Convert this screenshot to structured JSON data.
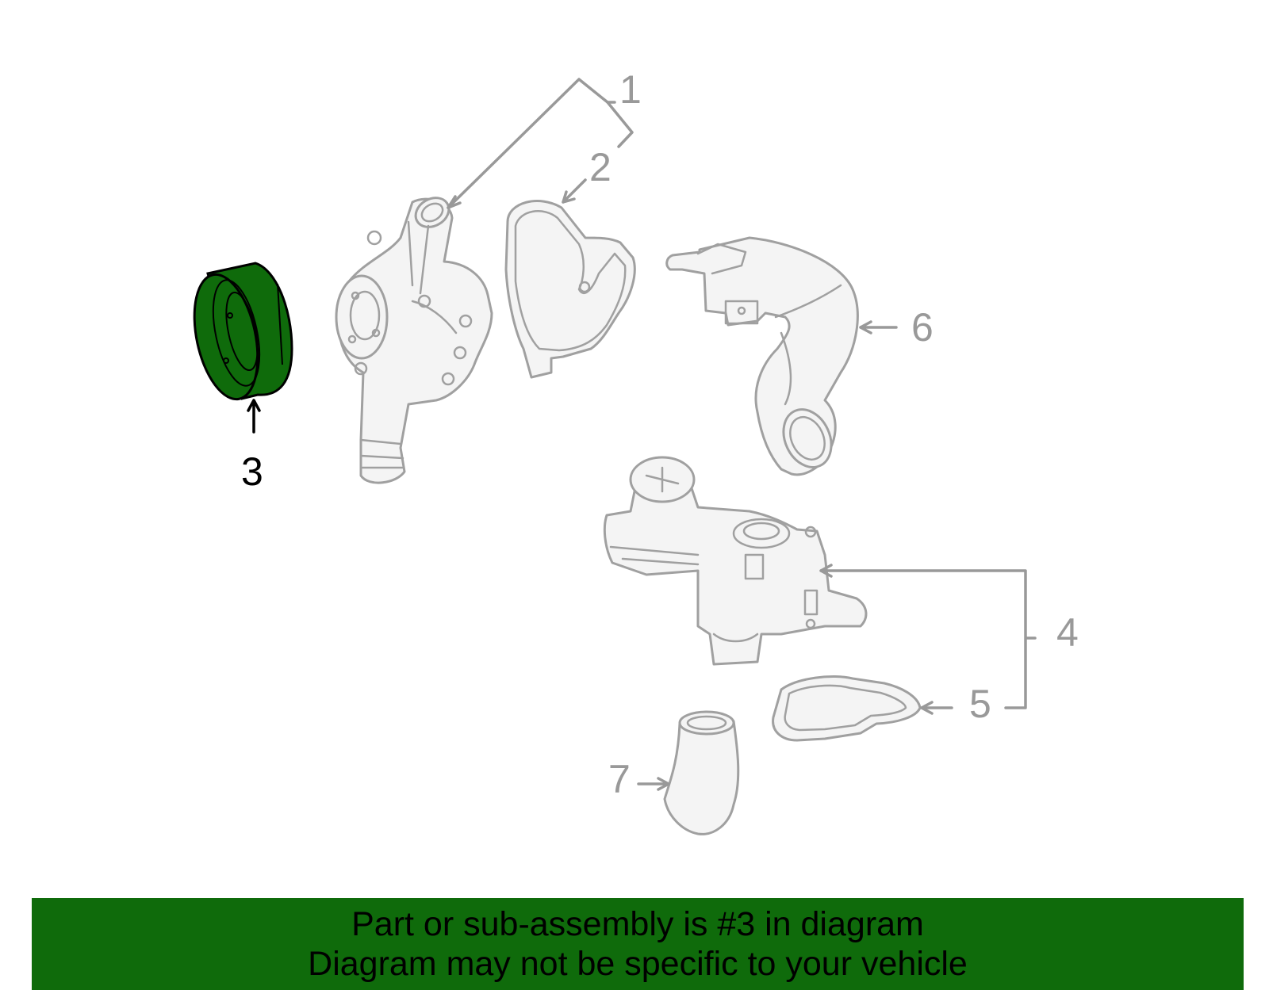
{
  "callouts": {
    "c1": "1",
    "c2": "2",
    "c3": "3",
    "c4": "4",
    "c5": "5",
    "c6": "6",
    "c7": "7"
  },
  "highlight": {
    "part_number": "3",
    "color": "#0f6b0b"
  },
  "banner": {
    "line1": "Part or sub-assembly is #3 in diagram",
    "line2": "Diagram may not be specific to your vehicle",
    "background": "#0f6b0b"
  }
}
